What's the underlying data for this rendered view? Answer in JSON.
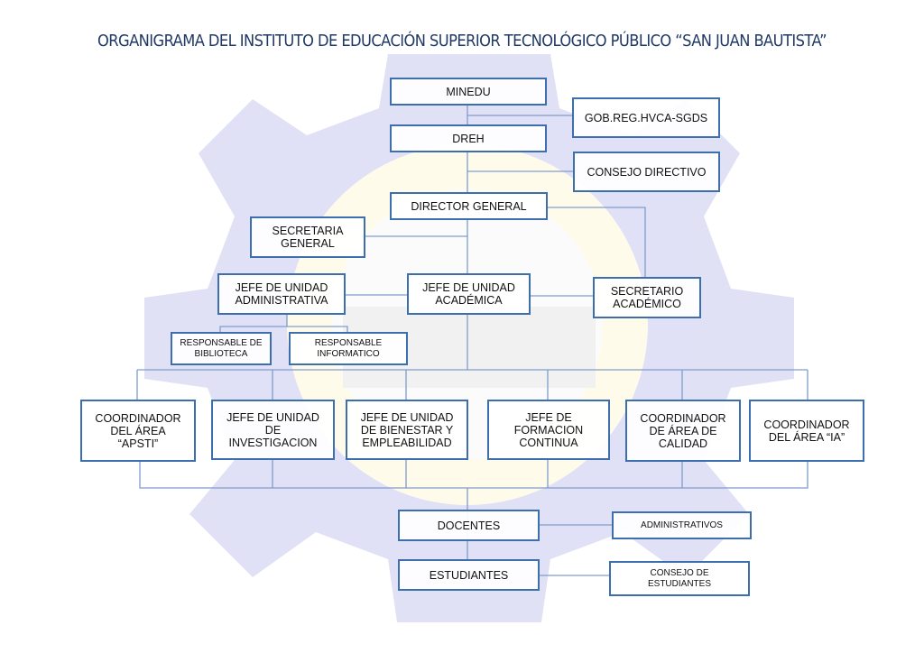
{
  "title": "ORGANIGRAMA DEL INSTITUTO DE EDUCACIÓN SUPERIOR TECNOLÓGICO PÚBLICO “SAN JUAN BAUTISTA”",
  "nodes": {
    "minedu": "MINEDU",
    "gob_reg": "GOB.REG.HVCA-SGDS",
    "dreh": "DREH",
    "consejo_directivo": "CONSEJO DIRECTIVO",
    "director_general": "DIRECTOR GENERAL",
    "secretaria_general": "SECRETARIA\nGENERAL",
    "jefe_administrativa": "JEFE DE UNIDAD\nADMINISTRATIVA",
    "jefe_academica": "JEFE DE UNIDAD\nACADÉMICA",
    "secretario_academico": "SECRETARIO\nACADÉMICO",
    "resp_biblioteca": "RESPONSABLE DE\nBIBLIOTECA",
    "resp_informatico": "RESPONSABLE\nINFORMATICO",
    "coord_apsti": "COORDINADOR\nDEL ÁREA\n“APSTI”",
    "jefe_investigacion": "JEFE DE UNIDAD\nDE\nINVESTIGACION",
    "jefe_bienestar": "JEFE DE UNIDAD\nDE BIENESTAR Y\nEMPLEABILIDAD",
    "jefe_formacion": "JEFE DE\nFORMACION\nCONTINUA",
    "coord_calidad": "COORDINADOR\nDE ÁREA DE\nCALIDAD",
    "coord_ia": "COORDINADOR\nDEL ÁREA “IA”",
    "docentes": "DOCENTES",
    "administrativos": "ADMINISTRATIVOS",
    "estudiantes": "ESTUDIANTES",
    "consejo_estudiantes": "CONSEJO DE\nESTUDIANTES"
  },
  "colors": {
    "box_border": "#3d6fae",
    "connector": "#7f9ccb",
    "title": "#1f3864"
  }
}
